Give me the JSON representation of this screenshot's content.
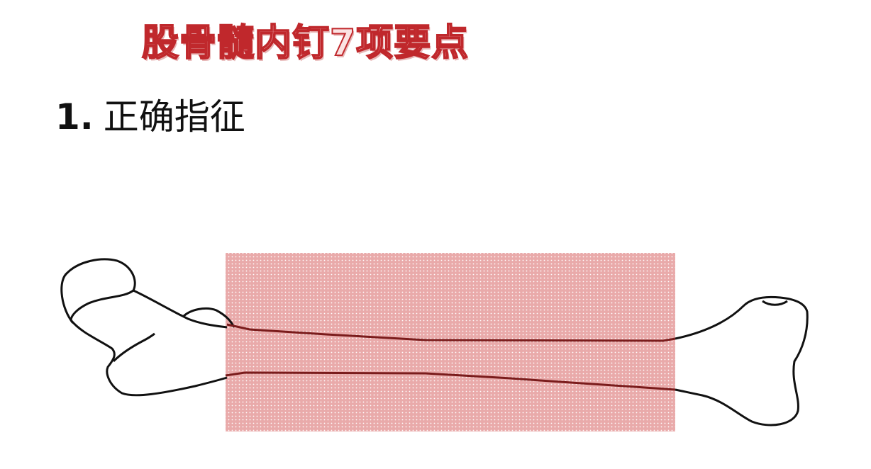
{
  "slide": {
    "title": "股骨髓内钉7项要点",
    "heading": {
      "number": "1.",
      "text": "正确指征"
    }
  },
  "diagram": {
    "subject": "femur-outline",
    "highlight_color": "#e9aaaa",
    "highlight_dot_color": "#ffffff",
    "fracture_line_color": "#7a1c1c",
    "outline_color": "#111111"
  }
}
